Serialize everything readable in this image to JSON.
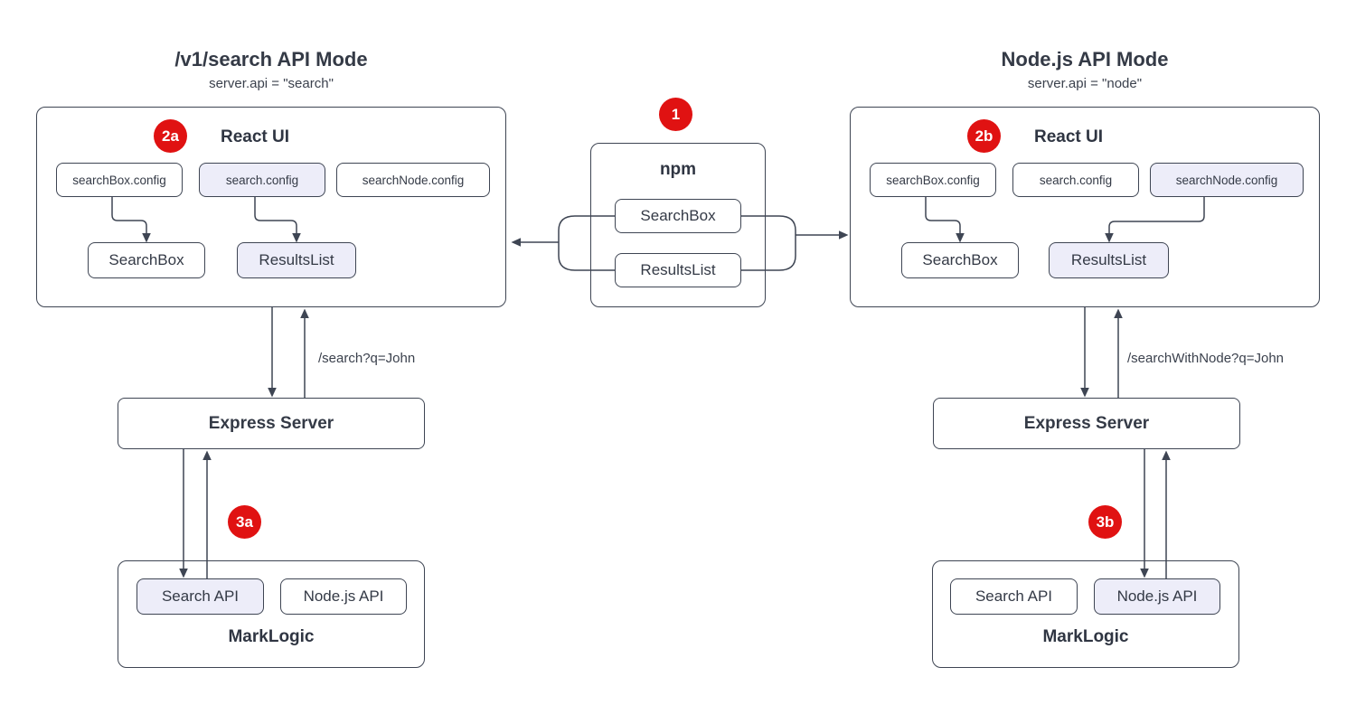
{
  "palette": {
    "stroke": "#3e4553",
    "text": "#343a46",
    "badge_bg": "#e01212",
    "badge_text": "#ffffff",
    "highlight_fill": "#ededf9",
    "node_fill": "#ffffff"
  },
  "npm": {
    "badge": "1",
    "label": "npm",
    "packages": [
      {
        "label": "SearchBox"
      },
      {
        "label": "ResultsList"
      }
    ]
  },
  "left": {
    "title": "/v1/search API Mode",
    "subtitle": "server.api = \"search\"",
    "react_ui": {
      "badge": "2a",
      "label": "React UI",
      "configs": [
        {
          "label": "searchBox.config",
          "highlighted": false
        },
        {
          "label": "search.config",
          "highlighted": true
        },
        {
          "label": "searchNode.config",
          "highlighted": false
        }
      ],
      "components": [
        {
          "label": "SearchBox",
          "highlighted": false
        },
        {
          "label": "ResultsList",
          "highlighted": true
        }
      ]
    },
    "route_label": "/search?q=John",
    "express": {
      "label": "Express Server"
    },
    "marklogic": {
      "badge": "3a",
      "label": "MarkLogic",
      "apis": [
        {
          "label": "Search API",
          "highlighted": true
        },
        {
          "label": "Node.js API",
          "highlighted": false
        }
      ]
    }
  },
  "right": {
    "title": "Node.js API Mode",
    "subtitle": "server.api = \"node\"",
    "react_ui": {
      "badge": "2b",
      "label": "React UI",
      "configs": [
        {
          "label": "searchBox.config",
          "highlighted": false
        },
        {
          "label": "search.config",
          "highlighted": false
        },
        {
          "label": "searchNode.config",
          "highlighted": true
        }
      ],
      "components": [
        {
          "label": "SearchBox",
          "highlighted": false
        },
        {
          "label": "ResultsList",
          "highlighted": true
        }
      ]
    },
    "route_label": "/searchWithNode?q=John",
    "express": {
      "label": "Express Server"
    },
    "marklogic": {
      "badge": "3b",
      "label": "MarkLogic",
      "apis": [
        {
          "label": "Search API",
          "highlighted": false
        },
        {
          "label": "Node.js API",
          "highlighted": true
        }
      ]
    }
  }
}
